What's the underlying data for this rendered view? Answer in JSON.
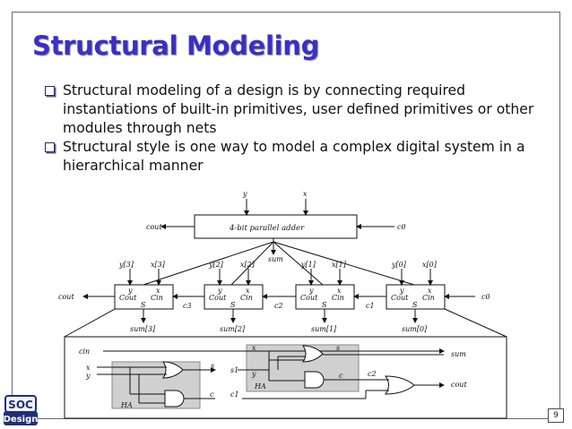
{
  "slide": {
    "title": "Structural Modeling",
    "bullets": [
      "Structural modeling of a design is by connecting required instantiations of built-in primitives, user defined primitives or other modules through nets",
      "Structural style is one way to model a complex digital system in a hierarchical manner"
    ],
    "page_number": "9",
    "logo_text": [
      "SOC",
      "Design"
    ]
  },
  "diagram": {
    "top_inputs": [
      "y",
      "x"
    ],
    "adder_label": "4-bit parallel adder",
    "cout": "cout",
    "c0": "c0",
    "sum": "sum",
    "cells": [
      {
        "in_y": "y[3]",
        "in_x": "x[3]",
        "out": "sum[3]"
      },
      {
        "in_y": "y[2]",
        "in_x": "x[2]",
        "out": "sum[2]"
      },
      {
        "in_y": "y[1]",
        "in_x": "x[1]",
        "out": "sum[1]"
      },
      {
        "in_y": "y[0]",
        "in_x": "x[0]",
        "out": "sum[0]"
      }
    ],
    "cell_labels": {
      "y": "y",
      "x": "x",
      "cout": "Cout",
      "cin": "Cin",
      "s": "S"
    },
    "carries": [
      "c3",
      "c2",
      "c1"
    ],
    "fa": {
      "cin": "cin",
      "sum": "sum",
      "x": "x",
      "y": "y",
      "s": "s",
      "s1": "s1",
      "c": "c",
      "c1": "c1",
      "c2": "c2",
      "ha": "HA",
      "cout": "cout"
    }
  }
}
